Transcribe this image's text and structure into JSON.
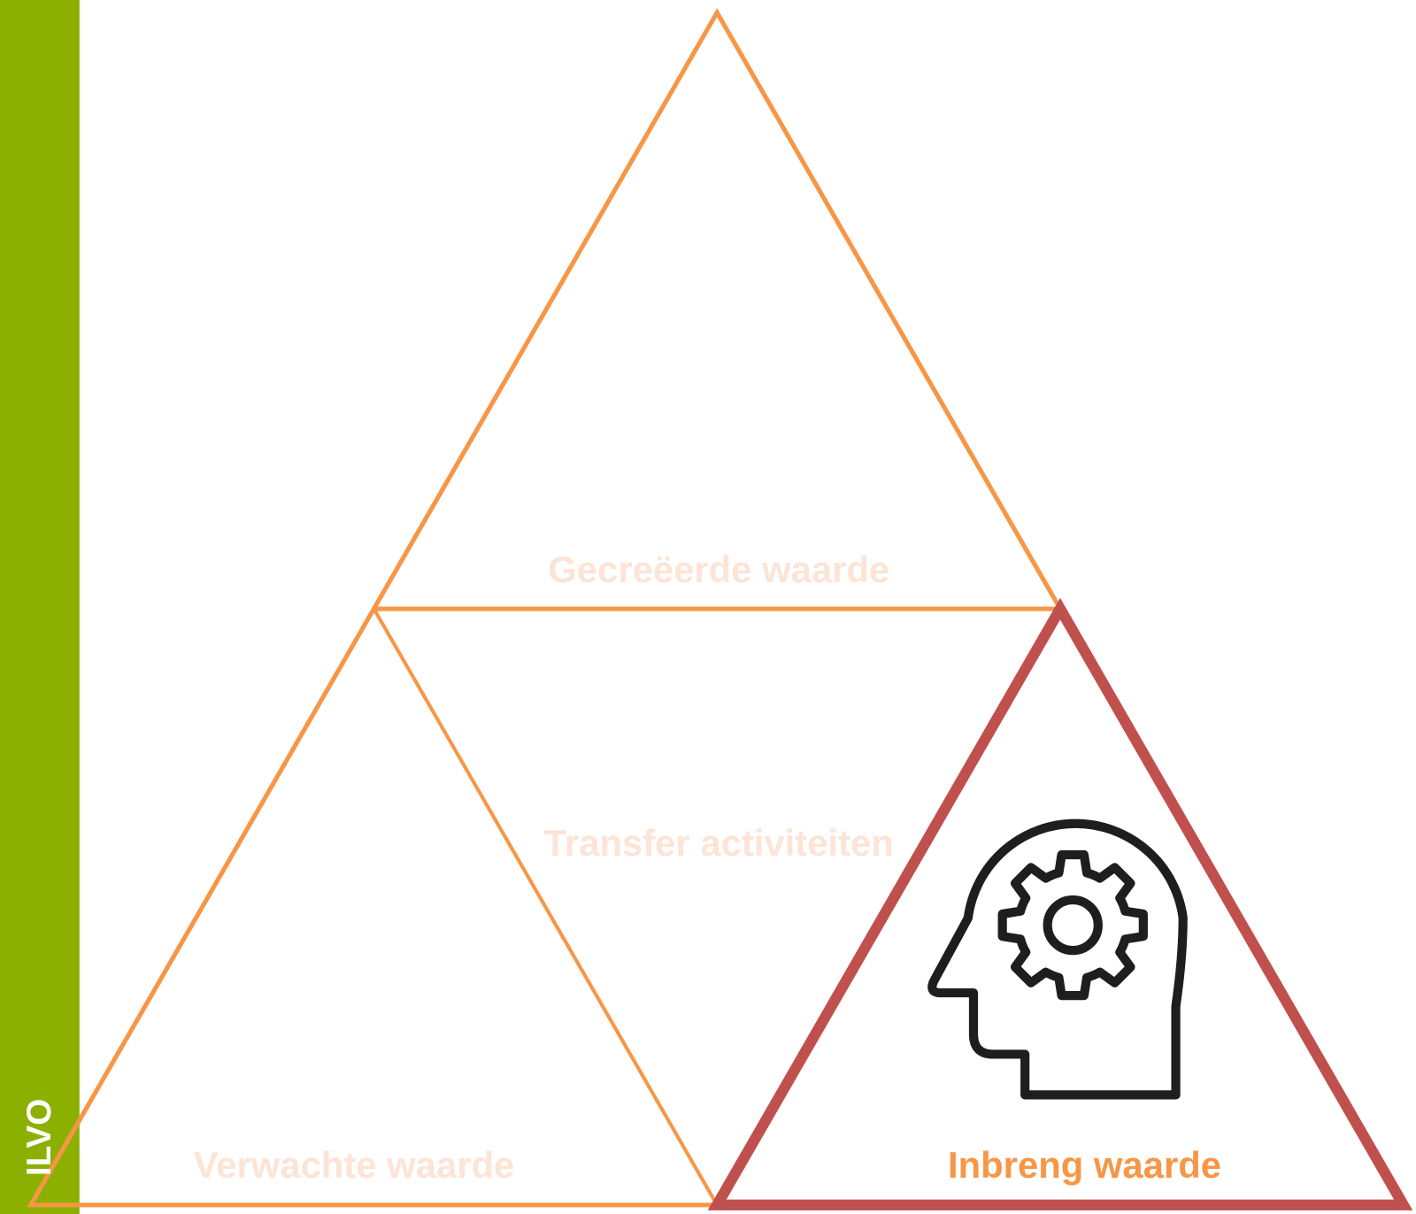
{
  "brand": {
    "label": "ILVO",
    "color": "#8CB000",
    "text_color": "#FFFFFF"
  },
  "sections": [
    {
      "label": "Gecreëerde waarde",
      "highlighted": false
    },
    {
      "label": "Transfer activiteiten",
      "highlighted": false
    },
    {
      "label": "Verwachte waarde",
      "highlighted": false
    },
    {
      "label": "Inbreng waarde",
      "highlighted": true,
      "icon": "head-with-gear-icon"
    }
  ],
  "colors": {
    "outline": "#F79646",
    "highlight": "#C0504D",
    "muted_label": "#FCE4D6",
    "active_label": "#F79646",
    "icon": "#1E1E1E",
    "background": "#FFFFFF"
  }
}
